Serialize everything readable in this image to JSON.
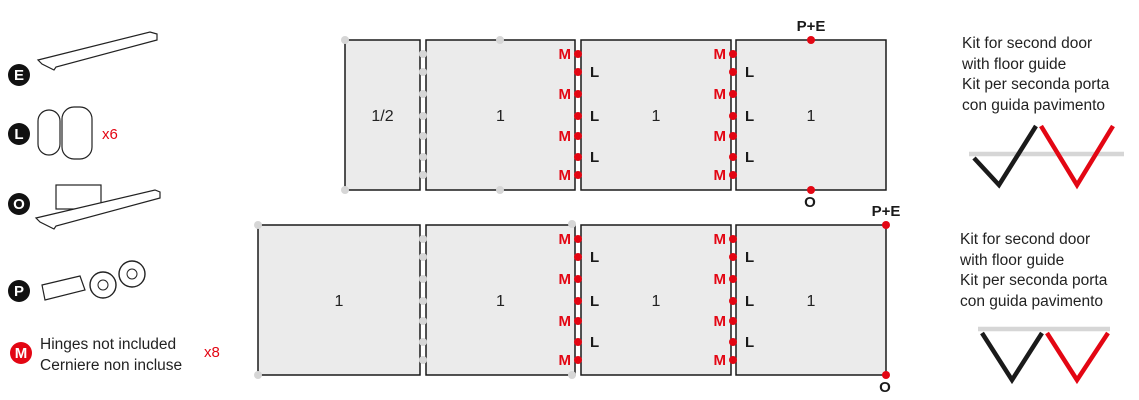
{
  "legend": {
    "items": [
      {
        "letter": "E",
        "qty": ""
      },
      {
        "letter": "L",
        "qty": "x6"
      },
      {
        "letter": "O",
        "qty": ""
      },
      {
        "letter": "P",
        "qty": ""
      },
      {
        "letter": "M",
        "qty": "x8",
        "line1": "Hinges not included",
        "line2": "Cerniere non incluse"
      }
    ]
  },
  "diagrams": {
    "top": {
      "panels": [
        "1/2",
        "1",
        "1",
        "1"
      ],
      "top_label": "P+E",
      "bottom_label": "O"
    },
    "bottom": {
      "panels": [
        "1",
        "1",
        "1",
        "1"
      ],
      "top_label": "P+E",
      "bottom_label": "O"
    }
  },
  "markers": {
    "hinge": "M",
    "link": "L"
  },
  "kit_notes": [
    {
      "lines": [
        "Kit for second door",
        "with floor guide",
        "Kit per seconda porta",
        "con guida pavimento"
      ]
    },
    {
      "lines": [
        "Kit for second door",
        "with floor guide",
        "Kit per seconda porta",
        "con guida pavimento"
      ]
    }
  ],
  "colors": {
    "accent": "#e30613",
    "panel": "#ebebeb",
    "guide": "#d6d6d6",
    "dark": "#1a1a1a"
  }
}
